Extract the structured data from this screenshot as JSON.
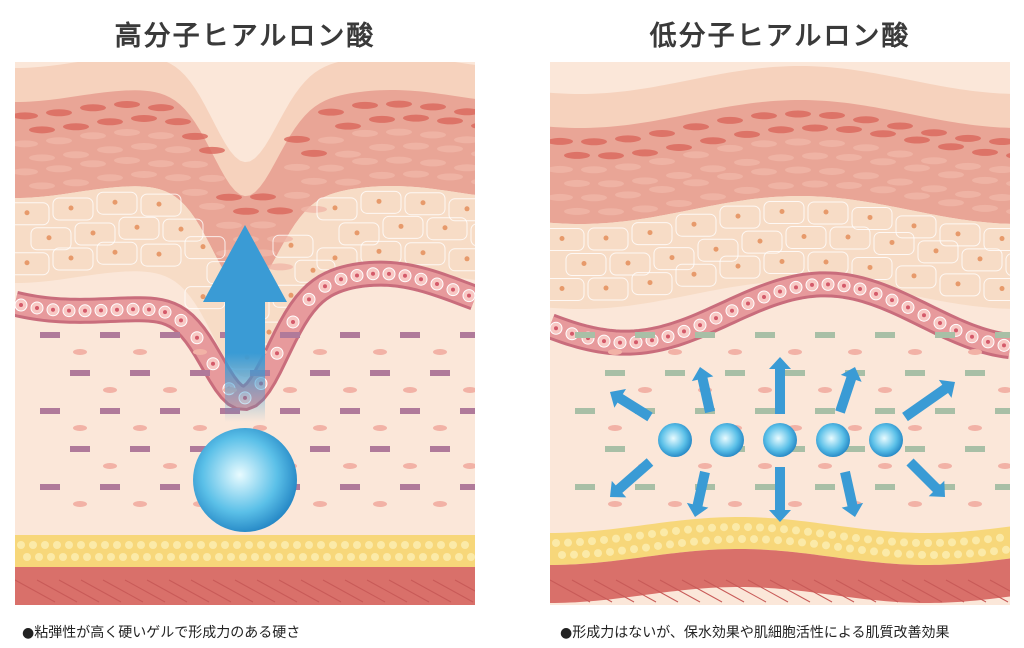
{
  "left": {
    "title": "高分子ヒアルロン酸",
    "caption": "●粘弾性が高く硬いゲルで形成力のある硬さ"
  },
  "right": {
    "title": "低分子ヒアルロン酸",
    "caption": "●形成力はないが、保水効果や肌細胞活性による肌質改善効果"
  },
  "colors": {
    "hyaluronic": "#3a9bd5",
    "surface": "#f6d2bd",
    "stratum": "#e9a596",
    "epidermis": "#f7dcc6",
    "basal": "#e79a9c",
    "dermis": "#fbe7d9",
    "fat": "#f7d77a",
    "muscle": "#d9706a"
  }
}
